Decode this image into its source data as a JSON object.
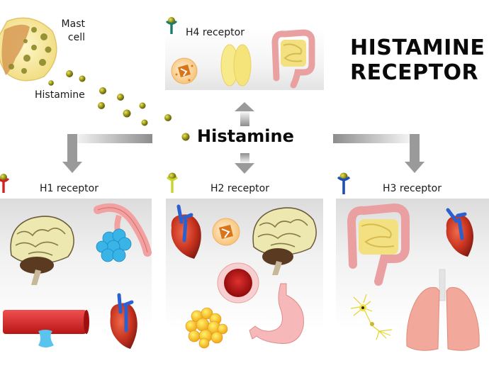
{
  "title": {
    "line1": "HISTAMINE",
    "line2": "RECEPTOR"
  },
  "source": {
    "cell_label_line1": "Mast",
    "cell_label_line2": "cell",
    "granule_label": "Histamine",
    "central_label": "Histamine"
  },
  "colors": {
    "granule": "#8f8c1a",
    "arrow": "#9a9a9a",
    "h1_receptor": "#d42020",
    "h2_receptor": "#c8d62a",
    "h3_receptor": "#1e4fb8",
    "h4_receptor": "#1e7a6a"
  },
  "receptors": [
    {
      "id": "h4",
      "label": "H4 receptor",
      "icon": "receptor-icon",
      "targets": [
        "mast-cell-icon",
        "thymus-icon",
        "intestine-icon"
      ]
    },
    {
      "id": "h1",
      "label": "H1 receptor",
      "icon": "receptor-icon",
      "targets": [
        "brain-icon",
        "bronchi-alveoli-icon",
        "blood-vessel-icon",
        "heart-icon"
      ]
    },
    {
      "id": "h2",
      "label": "H2 receptor",
      "icon": "receptor-icon",
      "targets": [
        "heart-icon",
        "mast-cell-icon",
        "brain-icon",
        "blood-vessel-cross-section-icon",
        "fat-cell-icon",
        "stomach-icon"
      ]
    },
    {
      "id": "h3",
      "label": "H3 receptor",
      "icon": "receptor-icon",
      "targets": [
        "intestine-icon",
        "heart-icon",
        "neuron-icon",
        "lungs-icon"
      ]
    }
  ]
}
